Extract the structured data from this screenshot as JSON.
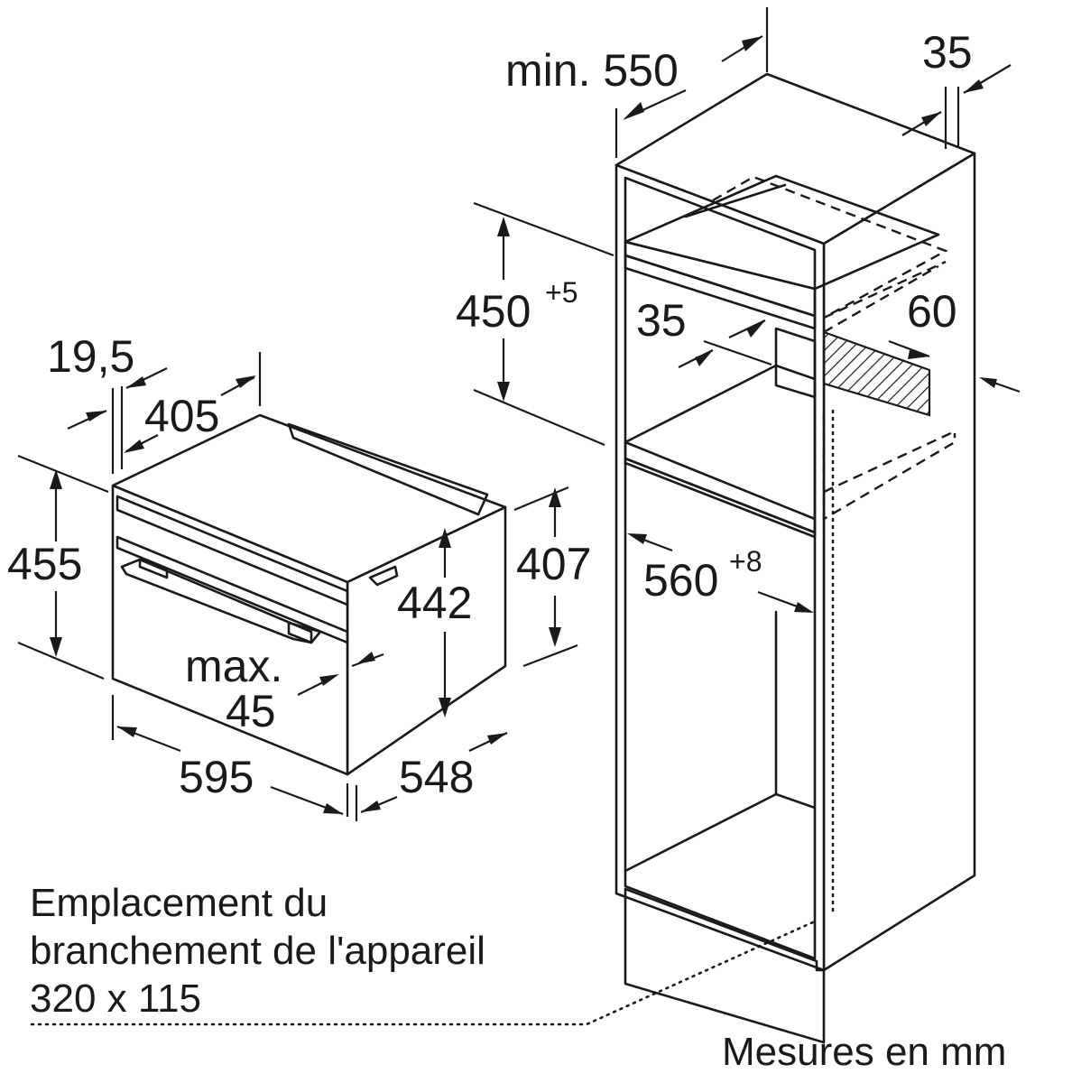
{
  "dimensions": {
    "cabinet_depth": "min. 550",
    "cabinet_top_gap": "35",
    "niche_height": "450",
    "niche_height_tol": "+5",
    "vent_gap": "35",
    "vent_depth": "60",
    "niche_width": "560",
    "niche_width_tol": "+8",
    "front_offset": "19,5",
    "body_depth_top": "405",
    "front_height": "455",
    "body_height": "407",
    "inner_height": "442",
    "handle_max_line1": "max.",
    "handle_max_line2": "45",
    "front_width": "595",
    "body_depth": "548"
  },
  "note": {
    "line1": "Emplacement du",
    "line2": "branchement de l'appareil",
    "line3": "320 x 115"
  },
  "units": "Mesures en mm"
}
